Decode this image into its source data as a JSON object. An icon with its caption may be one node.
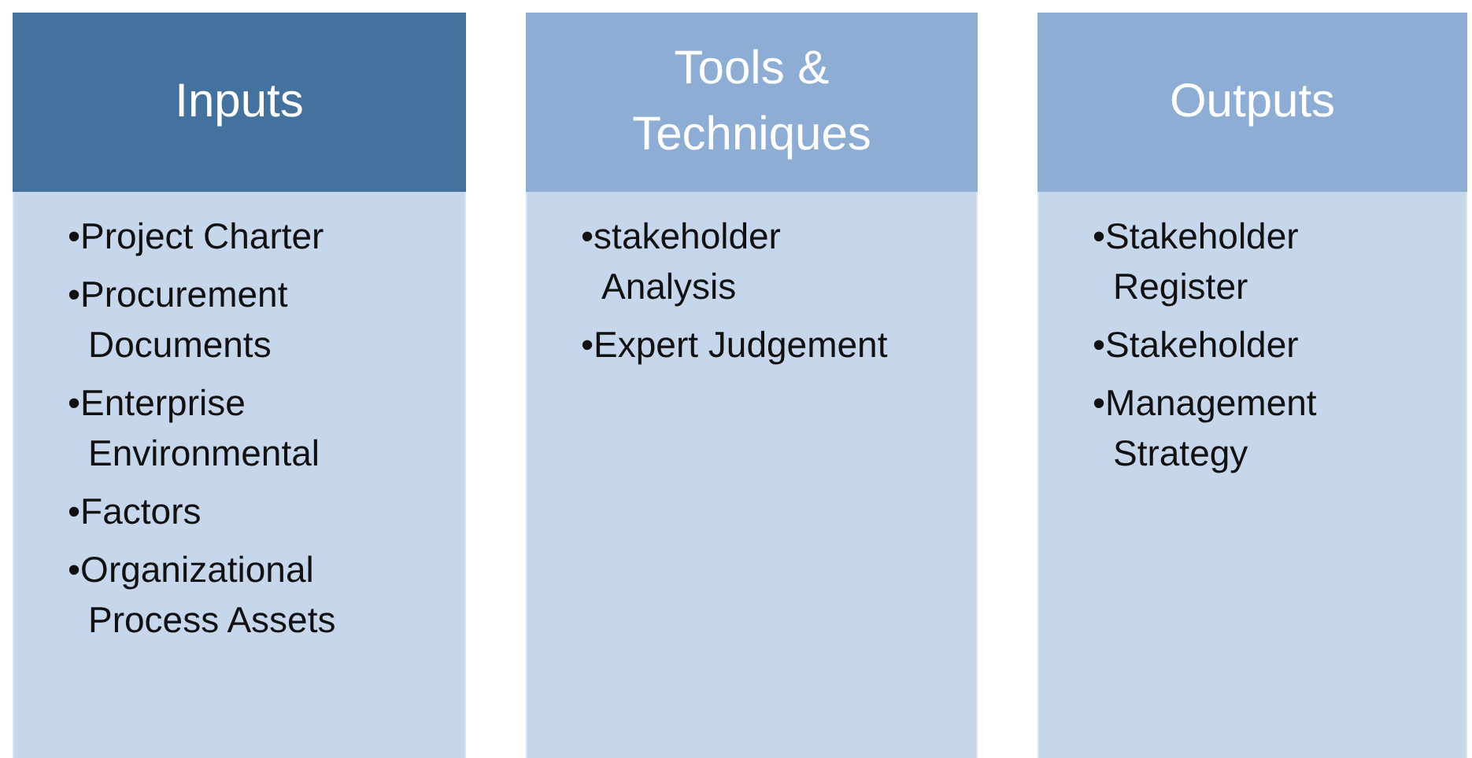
{
  "diagram": {
    "nodes": [
      {
        "text": [
          "Inputs"
        ]
      },
      {
        "text": [
          "•Project Charter",
          "•Procurement Documents",
          "•Enterprise Environmental",
          "•Factors",
          "•Organizational Process Assets"
        ]
      },
      {
        "text": [
          "Tools & Techniques"
        ]
      },
      {
        "text": [
          "•stakeholder Analysis",
          "•Expert Judgement"
        ]
      },
      {
        "text": [
          "Outputs"
        ]
      },
      {
        "text": [
          "•Stakeholder Register",
          "•Stakeholder",
          "•Management Strategy"
        ]
      }
    ]
  }
}
